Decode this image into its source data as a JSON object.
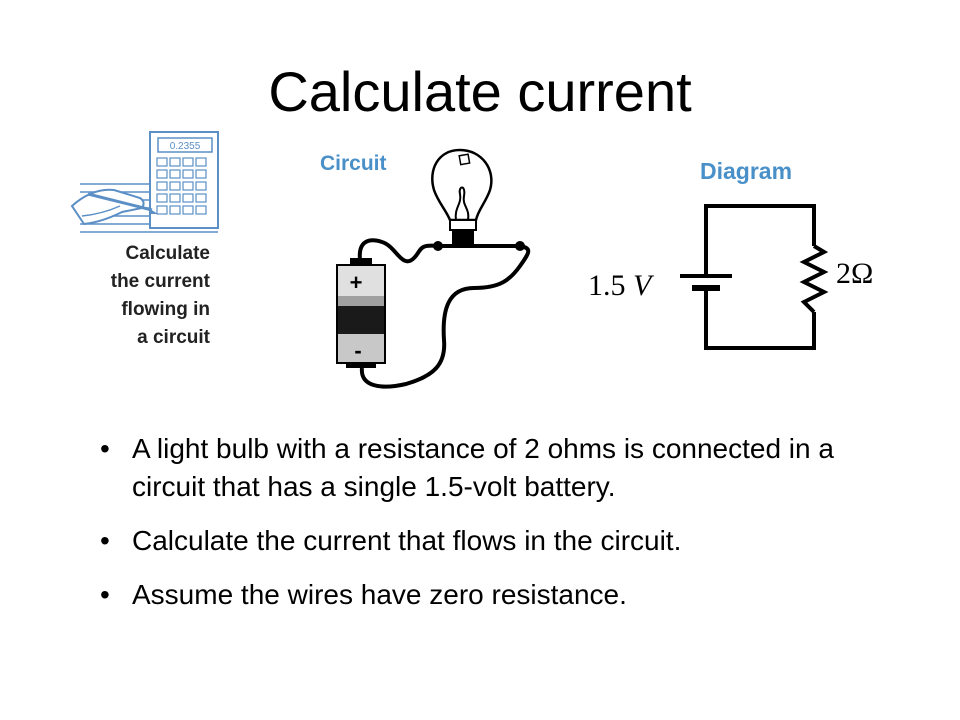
{
  "slide": {
    "title": "Calculate current"
  },
  "calculator_figure": {
    "display": "0.2355",
    "caption_lines": [
      "Calculate",
      "the current",
      "flowing in",
      "a circuit"
    ],
    "icon": "hand-writing-calculator-icon"
  },
  "circuit": {
    "title": "Circuit",
    "battery_plus": "+",
    "battery_minus": "-",
    "title_color": "#4a90c8"
  },
  "diagram": {
    "title": "Diagram",
    "voltage_value": "1.5",
    "voltage_unit": "V",
    "resistance": "2Ω",
    "title_color": "#4a90c8"
  },
  "bullets": [
    "A light bulb with a resistance of 2 ohms is connected in a circuit that has a single 1.5-volt battery.",
    "Calculate the current that flows in the circuit.",
    "Assume the wires have zero resistance."
  ]
}
